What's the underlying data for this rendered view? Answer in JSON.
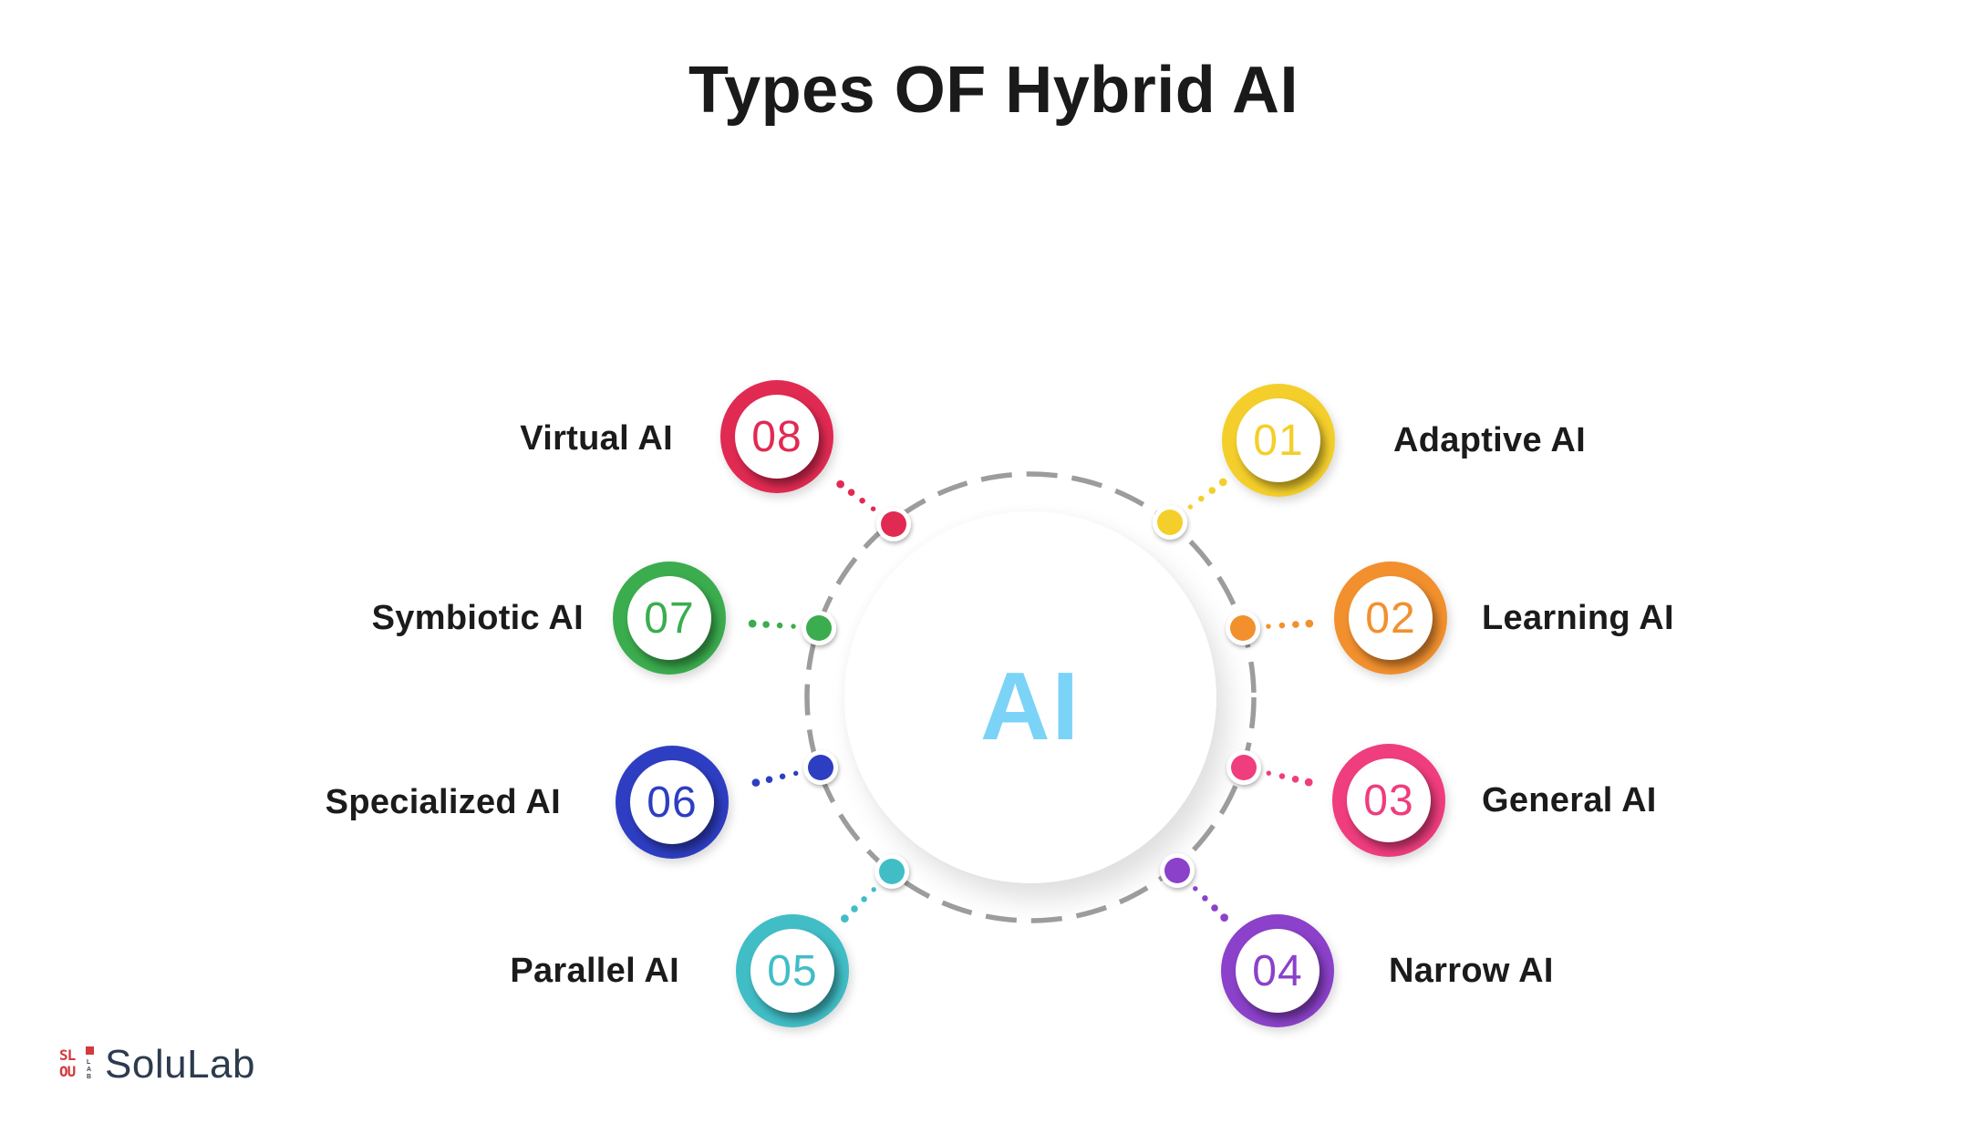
{
  "title": "Types OF Hybrid AI",
  "center": {
    "label": "AI"
  },
  "items": [
    {
      "number": "01",
      "label": "Adaptive AI",
      "color": "#F4CF2B",
      "side": "right"
    },
    {
      "number": "02",
      "label": "Learning AI",
      "color": "#F2902E",
      "side": "right"
    },
    {
      "number": "03",
      "label": "General AI",
      "color": "#EF3D7D",
      "side": "right"
    },
    {
      "number": "04",
      "label": "Narrow AI",
      "color": "#8B41C9",
      "side": "right"
    },
    {
      "number": "05",
      "label": "Parallel AI",
      "color": "#41BDC6",
      "side": "left"
    },
    {
      "number": "06",
      "label": "Specialized AI",
      "color": "#2E3EC2",
      "side": "left"
    },
    {
      "number": "07",
      "label": "Symbiotic AI",
      "color": "#3BAD4E",
      "side": "left"
    },
    {
      "number": "08",
      "label": "Virtual AI",
      "color": "#E12A52",
      "side": "left"
    }
  ],
  "footer": {
    "brand": "SoluLab",
    "mark_top": "SL",
    "mark_bottom": "OU",
    "lab_letters": [
      "L",
      "A",
      "B"
    ]
  },
  "colors": {
    "title": "#1A1A1A",
    "label": "#1B1B1B",
    "center_text": "#7BD3F7",
    "dashed_ring": "#9C9C9C",
    "background": "#FFFFFF",
    "brand_text": "#2D3B4E",
    "brand_mark": "#D23A3E"
  }
}
